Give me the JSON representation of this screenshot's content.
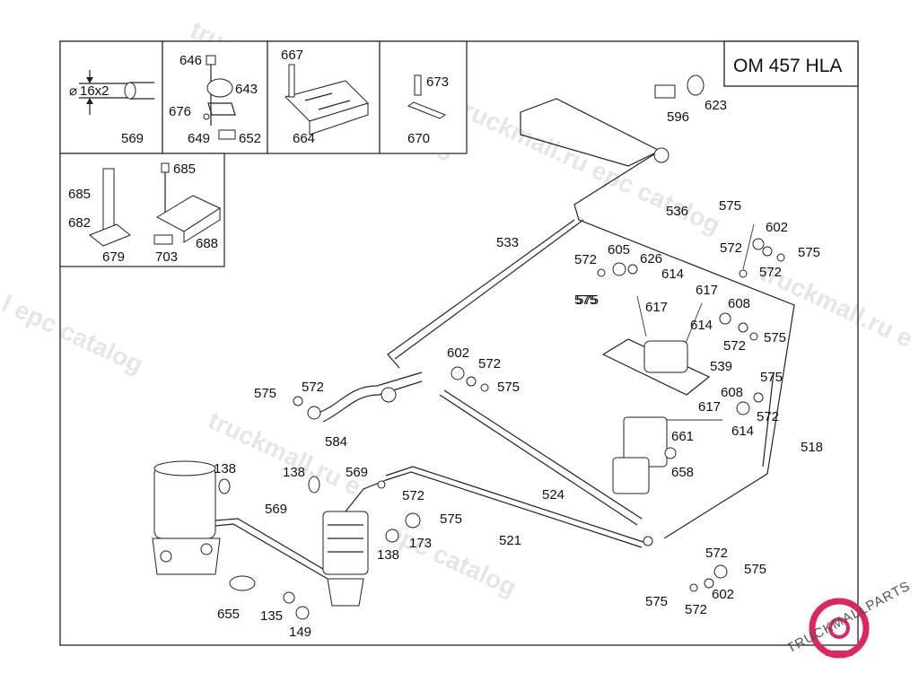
{
  "title": "OM 457 HLA",
  "dimension_label": "16x2",
  "watermarks": [
    "truckmall.ru epc catalog",
    "truckmall.ru epc catalog",
    "l epc catalog",
    "truckmall.ru e",
    "truckmall.ru e",
    "epc catalog"
  ],
  "inset_labels": {
    "a": [
      "569"
    ],
    "b": [
      "646",
      "643",
      "676",
      "649",
      "652"
    ],
    "c": [
      "667",
      "664"
    ],
    "d": [
      "673",
      "670"
    ],
    "e": [
      "685",
      "682",
      "679",
      "685",
      "688",
      "703"
    ]
  },
  "part_labels": [
    "596",
    "623",
    "536",
    "533",
    "575",
    "602",
    "575",
    "572",
    "572",
    "575",
    "572",
    "605",
    "626",
    "614",
    "575",
    "617",
    "617",
    "608",
    "614",
    "572",
    "575",
    "539",
    "602",
    "572",
    "575",
    "575",
    "572",
    "584",
    "575",
    "608",
    "617",
    "572",
    "614",
    "661",
    "658",
    "518",
    "524",
    "138",
    "138",
    "569",
    "569",
    "572",
    "575",
    "173",
    "138",
    "521",
    "572",
    "575",
    "575",
    "602",
    "572",
    "655",
    "135",
    "149"
  ],
  "logo": {
    "brand": "TRUCKMALLPARTS",
    "accent_color": "#e0245e"
  },
  "colors": {
    "line": "#222222",
    "watermark": "#d6d6d6"
  }
}
